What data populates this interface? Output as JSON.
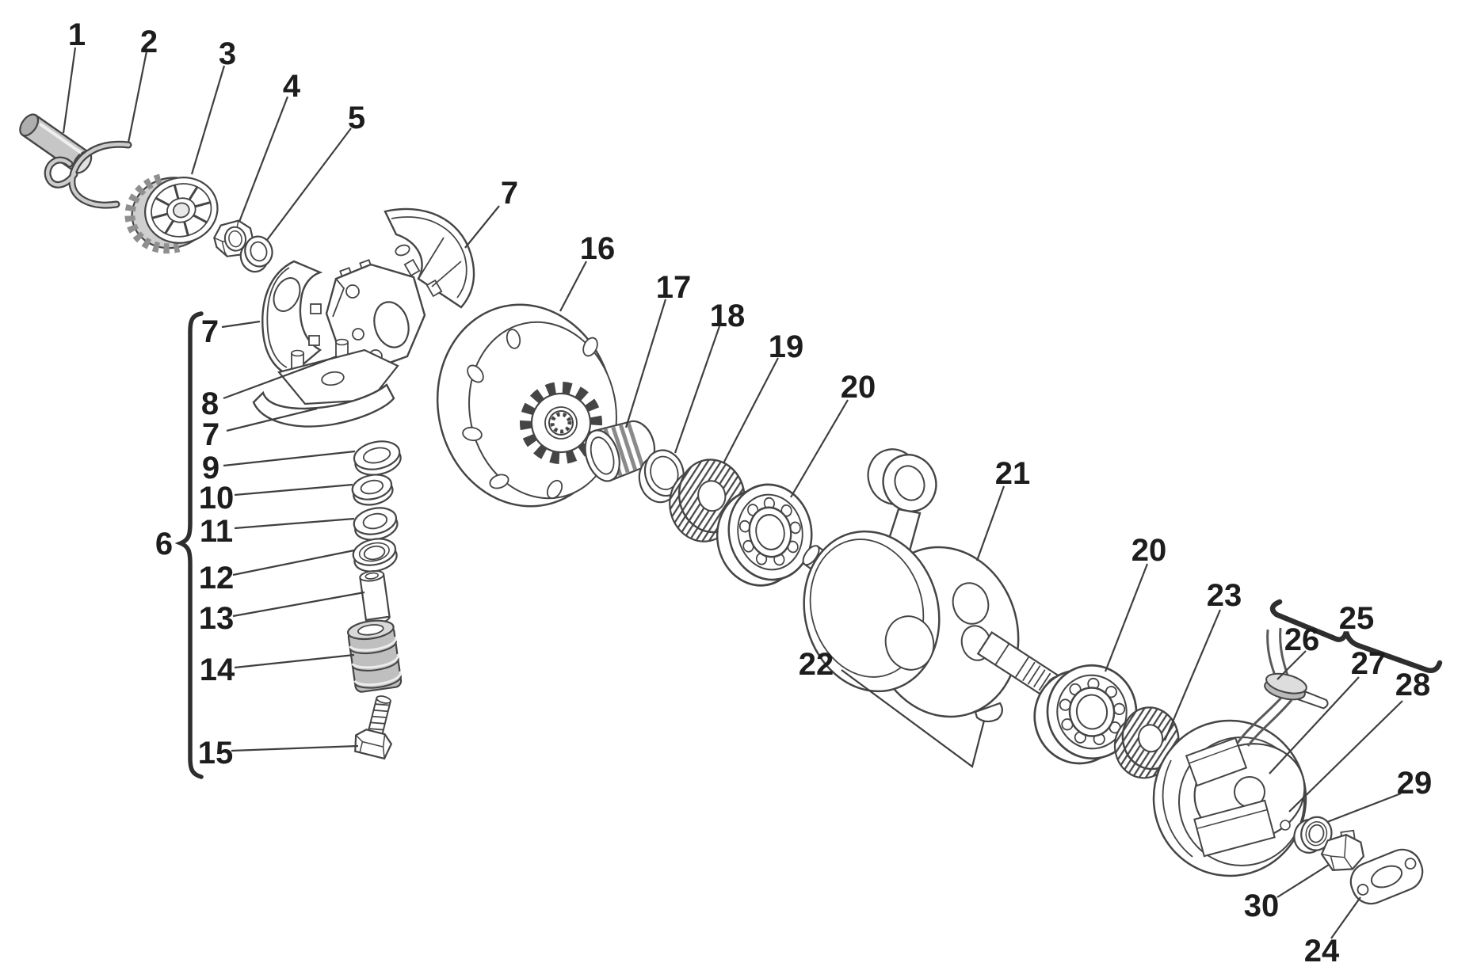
{
  "diagram": {
    "type": "exploded-parts-diagram",
    "background": "#ffffff",
    "colors": {
      "line": "#454545",
      "label": "#1d1d1d",
      "metal_gray": "#c6c6c6",
      "hatch": "#4a4a4a"
    },
    "callouts": {
      "c1": "1",
      "c2": "2",
      "c3": "3",
      "c4": "4",
      "c5": "5",
      "c6": "6",
      "c7_top": "7",
      "c7_left": "7",
      "c7_bottom": "7",
      "c8": "8",
      "c9": "9",
      "c10": "10",
      "c11": "11",
      "c12": "12",
      "c13": "13",
      "c14": "14",
      "c15": "15",
      "c16": "16",
      "c17": "17",
      "c18": "18",
      "c19": "19",
      "c20_left": "20",
      "c20_right": "20",
      "c21": "21",
      "c22": "22",
      "c23": "23",
      "c24": "24",
      "c25": "25",
      "c26": "26",
      "c27": "27",
      "c28": "28",
      "c29": "29",
      "c30": "30"
    }
  }
}
